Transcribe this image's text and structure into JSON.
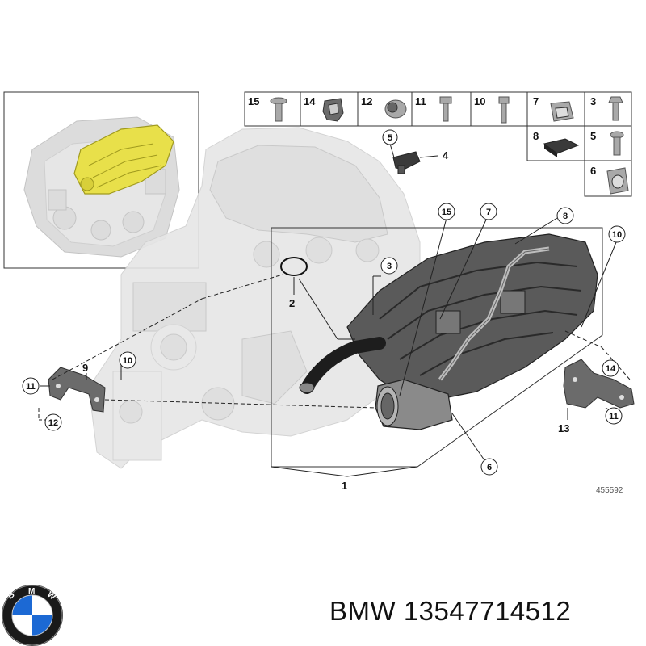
{
  "diagram": {
    "reference_number": "455592",
    "callouts": {
      "c1": "1",
      "c2": "2",
      "c3": "3",
      "c4": "4",
      "c5": "5",
      "c6": "6",
      "c7": "7",
      "c8": "8",
      "c9": "9",
      "c10a": "10",
      "c10b": "10",
      "c11a": "11",
      "c11b": "11",
      "c12": "12",
      "c13": "13",
      "c14": "14",
      "c15": "15"
    },
    "parts_grid": {
      "p15": "15",
      "p14": "14",
      "p12": "12",
      "p11": "11",
      "p10": "10",
      "p7": "7",
      "p3": "3",
      "p8": "8",
      "p5": "5",
      "p6": "6"
    }
  },
  "footer": {
    "brand": "BMW",
    "part_number": "13547714512",
    "logo_letters": "BMW"
  },
  "colors": {
    "highlight_yellow": "#e8e04a",
    "logo_blue": "#1c69d4",
    "logo_ring": "#1a1a1a"
  }
}
